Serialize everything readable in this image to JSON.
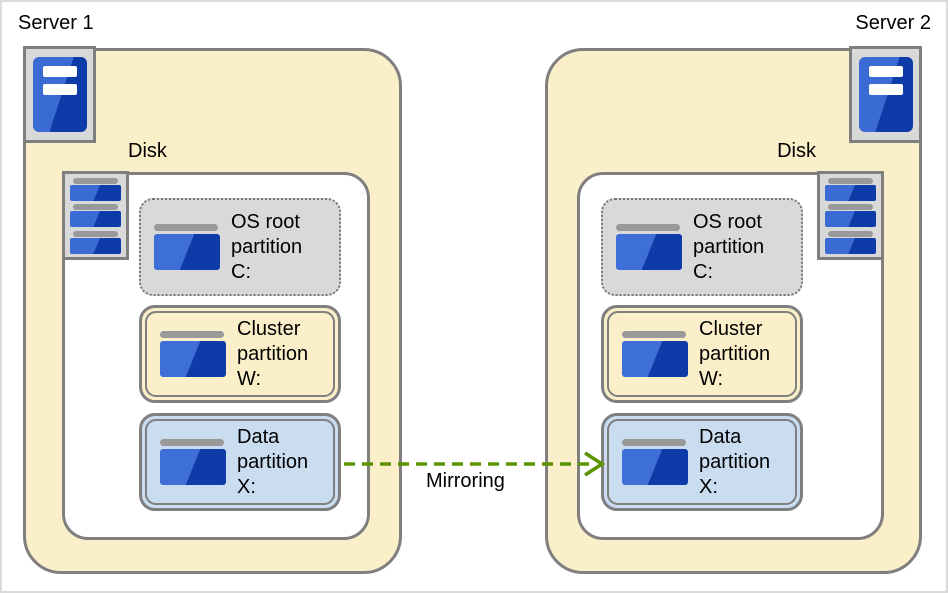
{
  "servers": [
    {
      "label": "Server 1",
      "disk_label": "Disk",
      "icons": [
        "server-tower-icon",
        "disk-stack-icon",
        "partition-icon"
      ],
      "partitions": [
        {
          "id": "os-root",
          "lines": [
            "OS root",
            "partition",
            "C:"
          ]
        },
        {
          "id": "cluster",
          "lines": [
            "Cluster",
            "partition",
            "W:"
          ]
        },
        {
          "id": "data",
          "lines": [
            "Data",
            "partition",
            "X:"
          ]
        }
      ]
    },
    {
      "label": "Server 2",
      "disk_label": "Disk",
      "icons": [
        "server-tower-icon",
        "disk-stack-icon",
        "partition-icon"
      ],
      "partitions": [
        {
          "id": "os-root",
          "lines": [
            "OS root",
            "partition",
            "C:"
          ]
        },
        {
          "id": "cluster",
          "lines": [
            "Cluster",
            "partition",
            "W:"
          ]
        },
        {
          "id": "data",
          "lines": [
            "Data",
            "partition",
            "X:"
          ]
        }
      ]
    }
  ],
  "arrow": {
    "label": "Mirroring",
    "direction": "left-to-right",
    "style": "dashed"
  },
  "colors": {
    "server_fill": "#FBEFC9",
    "os_partition_fill": "#D9D9D9",
    "cluster_partition_fill": "#FBEFC9",
    "data_partition_fill": "#C9DCF0",
    "border_gray": "#7F7F7F",
    "icon_blue_light": "#3A6BD4",
    "icon_blue_dark": "#0D3CA8",
    "icon_bar_gray": "#999999",
    "mirroring_arrow_green": "#5B9401"
  }
}
